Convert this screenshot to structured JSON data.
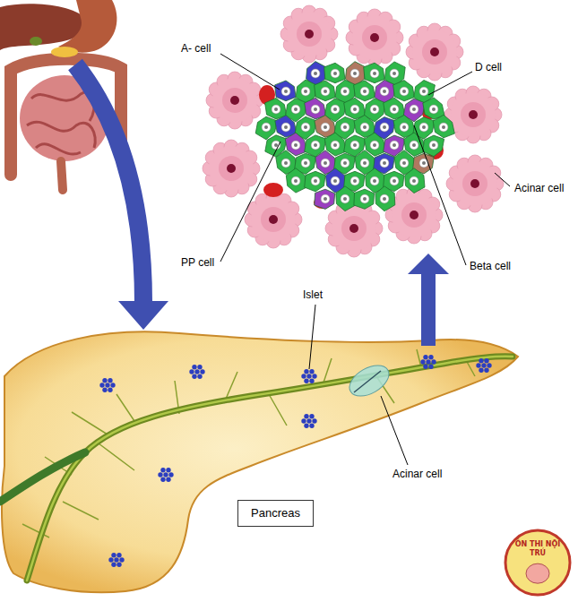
{
  "diagram": {
    "nodes": [
      {
        "text": [
          "Pancreas"
        ]
      },
      {
        "text": [
          "ÔN THI NỘI TRÚ"
        ]
      }
    ],
    "labels": [
      "A- cell",
      "D cell",
      "Acinar cell",
      "PP cell",
      "Beta cell",
      "Islet",
      "Acinar cell"
    ]
  }
}
